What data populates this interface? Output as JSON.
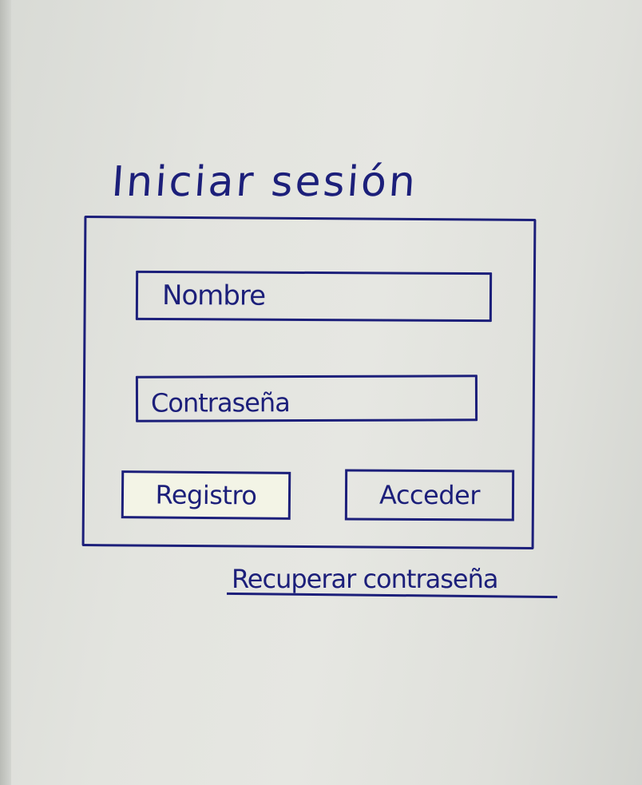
{
  "login": {
    "title": "Iniciar sesión",
    "name_placeholder": "Nombre",
    "password_placeholder": "Contraseña",
    "register_label": "Registro",
    "access_label": "Acceder",
    "recover_label": "Recuperar contraseña"
  },
  "colors": {
    "ink": "#1c1f7a",
    "paper": "#e3e4df"
  }
}
